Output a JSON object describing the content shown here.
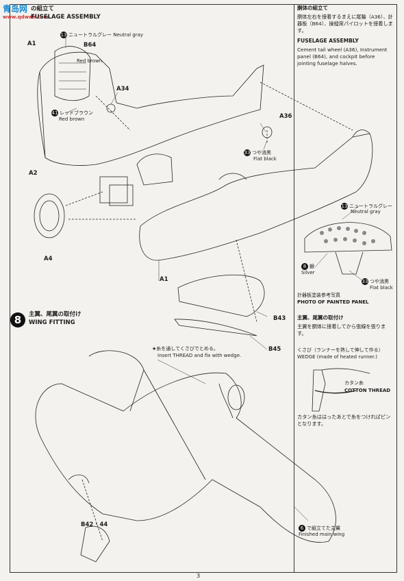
{
  "watermark": {
    "logo_text": "青岛网",
    "url": "www.qdweb.com"
  },
  "fuselage": {
    "title_jp": "の組立て",
    "title_en": "FUSELAGE ASSEMBLY",
    "labels": {
      "a1_top": "A1",
      "b64": "B64",
      "a34": "A34",
      "a36": "A36",
      "a2": "A2",
      "a4": "A4",
      "a1_bottom": "A1",
      "b43": "B43",
      "b45": "B45",
      "b42_44": "B42 · 44"
    },
    "callouts": {
      "neutral_gray_jp": "ニュートラルグレー Neutral gray",
      "red_brown_jp": "レッドブラウン",
      "red_brown_en": "Red brown",
      "flat_black_jp": "つや消黒",
      "flat_black_en": "Flat black",
      "c13": "13",
      "c41": "41",
      "c33": "33"
    }
  },
  "sidebar": {
    "jp_header": "胴体の組立て",
    "jp_body": "胴体左右を接着するまえに尾輪（A36）、計器板（B64）、操縦席パイロットを接着します。",
    "en_header": "FUSELAGE ASSEMBLY",
    "en_body": "Cement tail wheel (A36), Instrument panel (B64), and cockpit before jointing fuselage halves.",
    "panel_neutral_jp": "ニュートラルグレー",
    "panel_neutral_en": "Neutral gray",
    "panel_silver_jp": "銀",
    "panel_silver_en": "Silver",
    "panel_flat_jp": "つや消黒",
    "panel_flat_en": "Flat black",
    "n13": "13",
    "n8": "8",
    "n33": "33",
    "photo_jp": "計器板塗装参考写真",
    "photo_en": "PHOTO OF PAINTED PANEL",
    "wing_jp_header": "主翼、尾翼の取付け",
    "wing_jp_body": "主翼を胴体に接着してから張線を張ります。",
    "wedge_jp": "くさび（ランナーを熱して伸して作る）",
    "wedge_en": "WEDGE (made of heated runner.)",
    "cotton_jp": "カタン糸",
    "cotton_en": "COTTON THREAD",
    "cotton_note_jp": "カタン糸ははったあとで糸をつければピンとなります。"
  },
  "wing": {
    "step_number": "8",
    "title_jp": "主翼、尾翼の取付け",
    "title_en": "WING FITTING",
    "thread_jp": "★糸を通してくさびでとめる。",
    "thread_en": "Insert THREAD and fix with wedge.",
    "finished_jp": "で組立てた主翼",
    "finished_en": "Finished main wing",
    "finished_num": "6"
  },
  "page_number": "3"
}
